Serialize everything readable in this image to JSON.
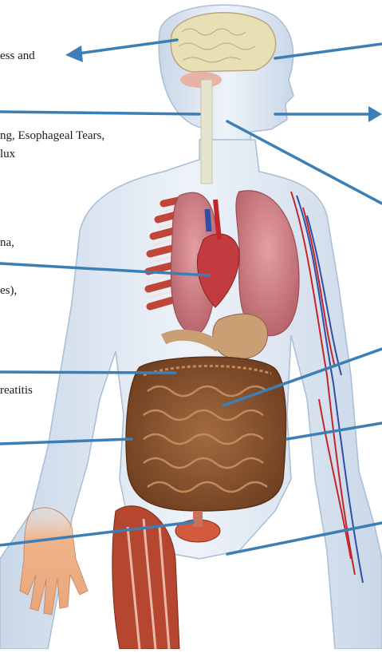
{
  "labels": {
    "brain": "ess and",
    "esophagus_line1": "ng, Esophageal Tears,",
    "esophagus_line2": "lux",
    "heart_line1": "na,",
    "heart_line2": "es),",
    "pancreas": "reatitis"
  },
  "colors": {
    "arrow": "#3b7fb6",
    "line": "#3b7fb6",
    "skin": "#dfe8f2",
    "outline": "#a9bdd4",
    "lung": "#cf7f86",
    "intestine": "#8a5230",
    "muscle": "#b5462f",
    "artery": "#c2262a",
    "vein": "#2e4fa8",
    "brain": "#e9dfb4",
    "hand": "#f1b48c"
  },
  "icons": [
    "arrow-left-icon",
    "arrow-right-icon"
  ]
}
